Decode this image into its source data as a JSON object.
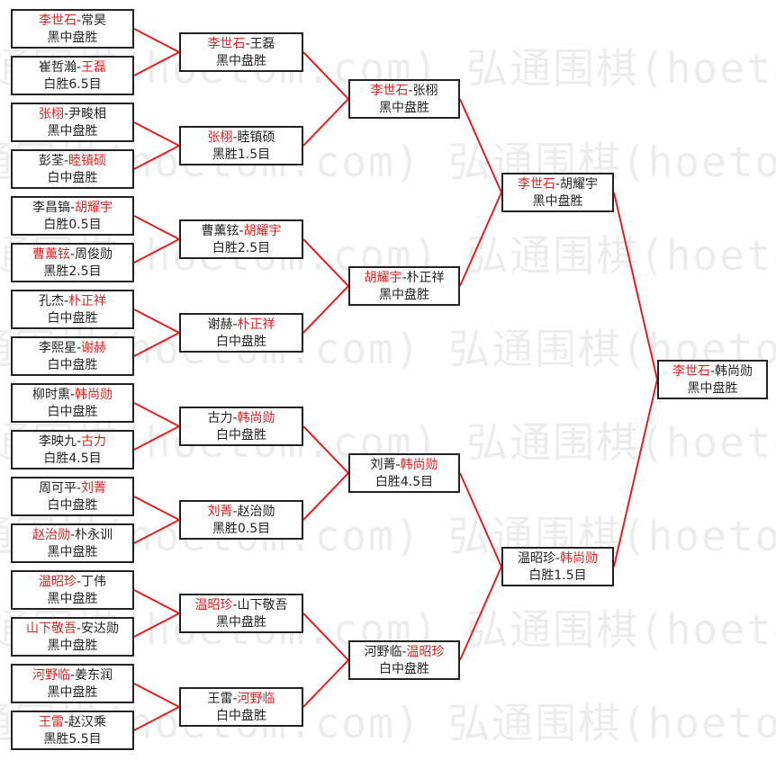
{
  "watermark": "弘通围棋(hoetom.com)",
  "separator": "-",
  "colors": {
    "winner": "#e02020",
    "line": "#e02020",
    "text": "#222222"
  },
  "rounds": [
    [
      {
        "p1": "李世石",
        "p2": "常昊",
        "winner": 1,
        "result": "黑中盘胜"
      },
      {
        "p1": "崔哲瀚",
        "p2": "王磊",
        "winner": 2,
        "result": "白胜6.5目"
      },
      {
        "p1": "张栩",
        "p2": "尹畯相",
        "winner": 1,
        "result": "黑中盘胜"
      },
      {
        "p1": "彭荃",
        "p2": "睦镇硕",
        "winner": 2,
        "result": "白中盘胜"
      },
      {
        "p1": "李昌镐",
        "p2": "胡耀宇",
        "winner": 2,
        "result": "白胜0.5目"
      },
      {
        "p1": "曹薰铉",
        "p2": "周俊勋",
        "winner": 1,
        "result": "黑胜2.5目"
      },
      {
        "p1": "孔杰",
        "p2": "朴正祥",
        "winner": 2,
        "result": "白中盘胜"
      },
      {
        "p1": "李熙星",
        "p2": "谢赫",
        "winner": 2,
        "result": "白中盘胜"
      },
      {
        "p1": "柳时熏",
        "p2": "韩尚勋",
        "winner": 2,
        "result": "白中盘胜"
      },
      {
        "p1": "李映九",
        "p2": "古力",
        "winner": 2,
        "result": "白胜4.5目"
      },
      {
        "p1": "周可平",
        "p2": "刘菁",
        "winner": 2,
        "result": "白中盘胜"
      },
      {
        "p1": "赵治勋",
        "p2": "朴永训",
        "winner": 1,
        "result": "黑中盘胜"
      },
      {
        "p1": "温昭珍",
        "p2": "丁伟",
        "winner": 1,
        "result": "黑中盘胜"
      },
      {
        "p1": "山下敬吾",
        "p2": "安达勋",
        "winner": 1,
        "result": "黑中盘胜"
      },
      {
        "p1": "河野临",
        "p2": "姜东润",
        "winner": 1,
        "result": "黑中盘胜"
      },
      {
        "p1": "王雷",
        "p2": "赵汉乘",
        "winner": 1,
        "result": "黑胜5.5目"
      }
    ],
    [
      {
        "p1": "李世石",
        "p2": "王磊",
        "winner": 1,
        "result": "黑中盘胜"
      },
      {
        "p1": "张栩",
        "p2": "睦镇硕",
        "winner": 1,
        "result": "黑胜1.5目"
      },
      {
        "p1": "曹薰铉",
        "p2": "胡耀宇",
        "winner": 2,
        "result": "白胜2.5目"
      },
      {
        "p1": "谢赫",
        "p2": "朴正祥",
        "winner": 2,
        "result": "白中盘胜"
      },
      {
        "p1": "古力",
        "p2": "韩尚勋",
        "winner": 2,
        "result": "白中盘胜"
      },
      {
        "p1": "刘菁",
        "p2": "赵治勋",
        "winner": 1,
        "result": "黑胜0.5目"
      },
      {
        "p1": "温昭珍",
        "p2": "山下敬吾",
        "winner": 1,
        "result": "黑中盘胜"
      },
      {
        "p1": "王雷",
        "p2": "河野临",
        "winner": 2,
        "result": "白中盘胜"
      }
    ],
    [
      {
        "p1": "李世石",
        "p2": "张栩",
        "winner": 1,
        "result": "黑中盘胜"
      },
      {
        "p1": "胡耀宇",
        "p2": "朴正祥",
        "winner": 1,
        "result": "黑中盘胜"
      },
      {
        "p1": "刘菁",
        "p2": "韩尚勋",
        "winner": 2,
        "result": "白胜4.5目"
      },
      {
        "p1": "河野临",
        "p2": "温昭珍",
        "winner": 2,
        "result": "白中盘胜"
      }
    ],
    [
      {
        "p1": "李世石",
        "p2": "胡耀宇",
        "winner": 1,
        "result": "黑中盘胜"
      },
      {
        "p1": "温昭珍",
        "p2": "韩尚勋",
        "winner": 2,
        "result": "白胜1.5目"
      }
    ],
    [
      {
        "p1": "李世石",
        "p2": "韩尚勋",
        "winner": 1,
        "result": "黑中盘胜"
      }
    ]
  ]
}
